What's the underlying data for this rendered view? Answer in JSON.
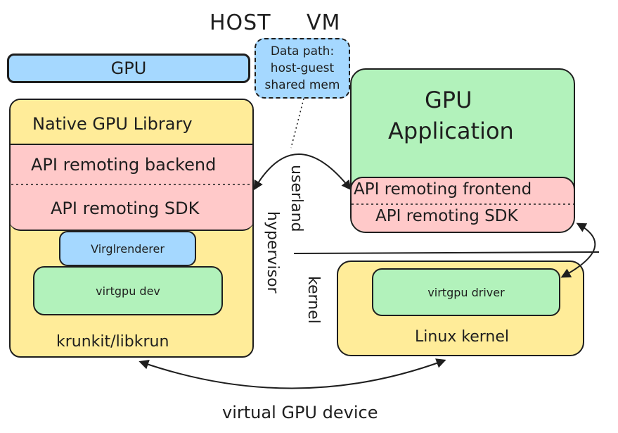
{
  "header": {
    "host": "HOST",
    "vm": "VM"
  },
  "callout": {
    "line1": "Data path:",
    "line2": "host-guest",
    "line3": "shared mem"
  },
  "host": {
    "gpu": "GPU",
    "native_library": "Native GPU Library",
    "api_backend": "API remoting backend",
    "api_sdk": "API remoting SDK",
    "virglrenderer": "Virglrenderer",
    "virtgpu_dev": "virtgpu dev",
    "vmm": "krunkit/libkrun"
  },
  "vm": {
    "app_line1": "GPU",
    "app_line2": "Application",
    "api_frontend": "API remoting frontend",
    "api_sdk": "API remoting SDK",
    "virtgpu_driver": "virtgpu driver",
    "linux_kernel": "Linux kernel"
  },
  "layers": {
    "userland": "userland",
    "hypervisor": "hypervisor",
    "kernel": "kernel"
  },
  "footer": {
    "virtual_device": "virtual GPU device"
  },
  "colors": {
    "yellow": "#ffec99",
    "blue": "#a5d8ff",
    "red": "#ffc9c9",
    "green": "#b2f2bb",
    "stroke": "#1e1e1e"
  }
}
